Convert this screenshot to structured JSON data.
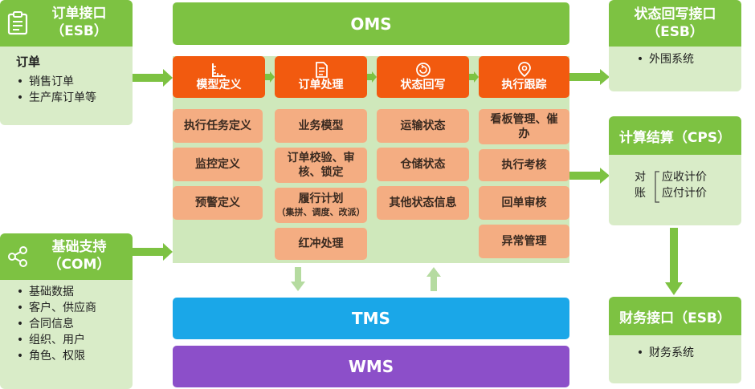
{
  "order_interface": {
    "title": "订单接口",
    "subtitle": "（ESB）",
    "heading": "订单",
    "items": [
      "销售订单",
      "生产库订单等"
    ]
  },
  "base_support": {
    "title": "基础支持",
    "subtitle": "（COM）",
    "items": [
      "基础数据",
      "客户、供应商",
      "合同信息",
      "组织、用户",
      "角色、权限"
    ]
  },
  "oms": {
    "title": "OMS"
  },
  "tms": {
    "title": "TMS"
  },
  "wms": {
    "title": "WMS"
  },
  "modules": [
    {
      "title": "模型定义",
      "icon": "ruler-icon",
      "items": [
        "执行任务定义",
        "监控定义",
        "预警定义"
      ]
    },
    {
      "title": "订单处理",
      "icon": "document-icon",
      "items": [
        "业务模型",
        "订单校验、审核、锁定",
        "履行计划",
        "红冲处理"
      ],
      "plan_note": "（集拼、调度、改派）"
    },
    {
      "title": "状态回写",
      "icon": "refresh-icon",
      "items": [
        "运输状态",
        "仓储状态",
        "其他状态信息"
      ]
    },
    {
      "title": "执行跟踪",
      "icon": "location-pin-icon",
      "items": [
        "看板管理、催办",
        "执行考核",
        "回单审核",
        "异常管理"
      ]
    }
  ],
  "status_writeback": {
    "title": "状态回写接口",
    "subtitle": "（ESB）",
    "items": [
      "外围系统"
    ]
  },
  "settlement": {
    "title": "计算结算（CPS）",
    "recon_1": "对",
    "recon_2": "账",
    "items": [
      "应收计价",
      "应付计价"
    ]
  },
  "finance": {
    "title": "财务接口（ESB）",
    "items": [
      "财务系统"
    ]
  },
  "colors": {
    "green": "#7dc242",
    "light_green": "#d9ecc8",
    "orange": "#f25a0f",
    "peach": "#f4ad82",
    "tms_blue": "#1aa7e8",
    "wms_purple": "#8c4fc9"
  }
}
